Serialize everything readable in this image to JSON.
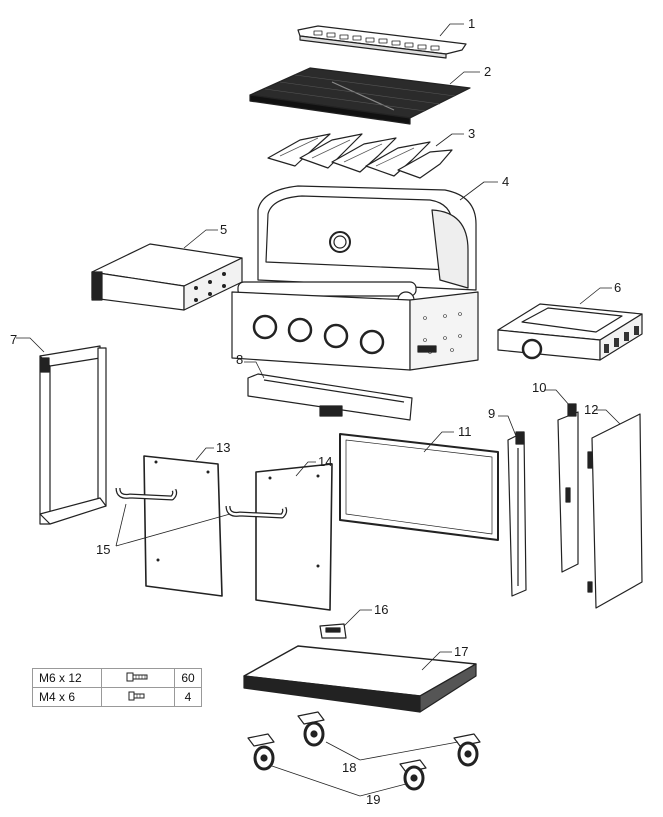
{
  "callouts": {
    "1": "1",
    "2": "2",
    "3": "3",
    "4": "4",
    "5": "5",
    "6": "6",
    "7": "7",
    "8": "8",
    "9": "9",
    "10": "10",
    "11": "11",
    "12": "12",
    "13": "13",
    "14": "14",
    "15": "15",
    "16": "16",
    "17": "17",
    "18": "18",
    "19": "19"
  },
  "hardware": [
    {
      "size": "M6 x 12",
      "icon": "bolt-icon",
      "qty": "60"
    },
    {
      "size": "M4 x 6",
      "icon": "screw-icon",
      "qty": "4"
    }
  ]
}
